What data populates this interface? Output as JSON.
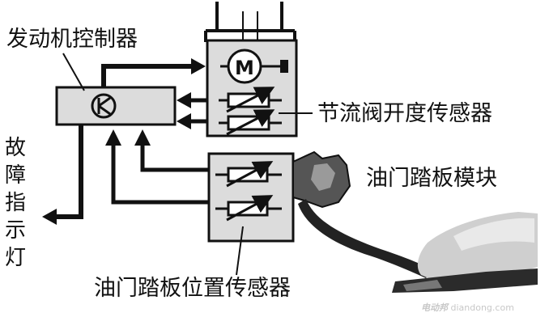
{
  "labels": {
    "ecu": "发动机控制器",
    "throttle_sensor": "节流阀开度传感器",
    "pedal_module": "油门踏板模块",
    "pedal_position_sensor": "油门踏板位置传感器",
    "fault_lamp": "故障指示灯"
  },
  "motor_symbol": "M",
  "watermark": {
    "logo": "电动邦",
    "url": "diandong.com"
  },
  "icons": {
    "ecu": "transistor-icon",
    "motor": "motor-icon",
    "sensor": "potentiometer-icon",
    "foot": "foot-icon"
  },
  "colors": {
    "box_fill": "#dcdcdc",
    "line": "#111111",
    "background": "#ffffff"
  }
}
